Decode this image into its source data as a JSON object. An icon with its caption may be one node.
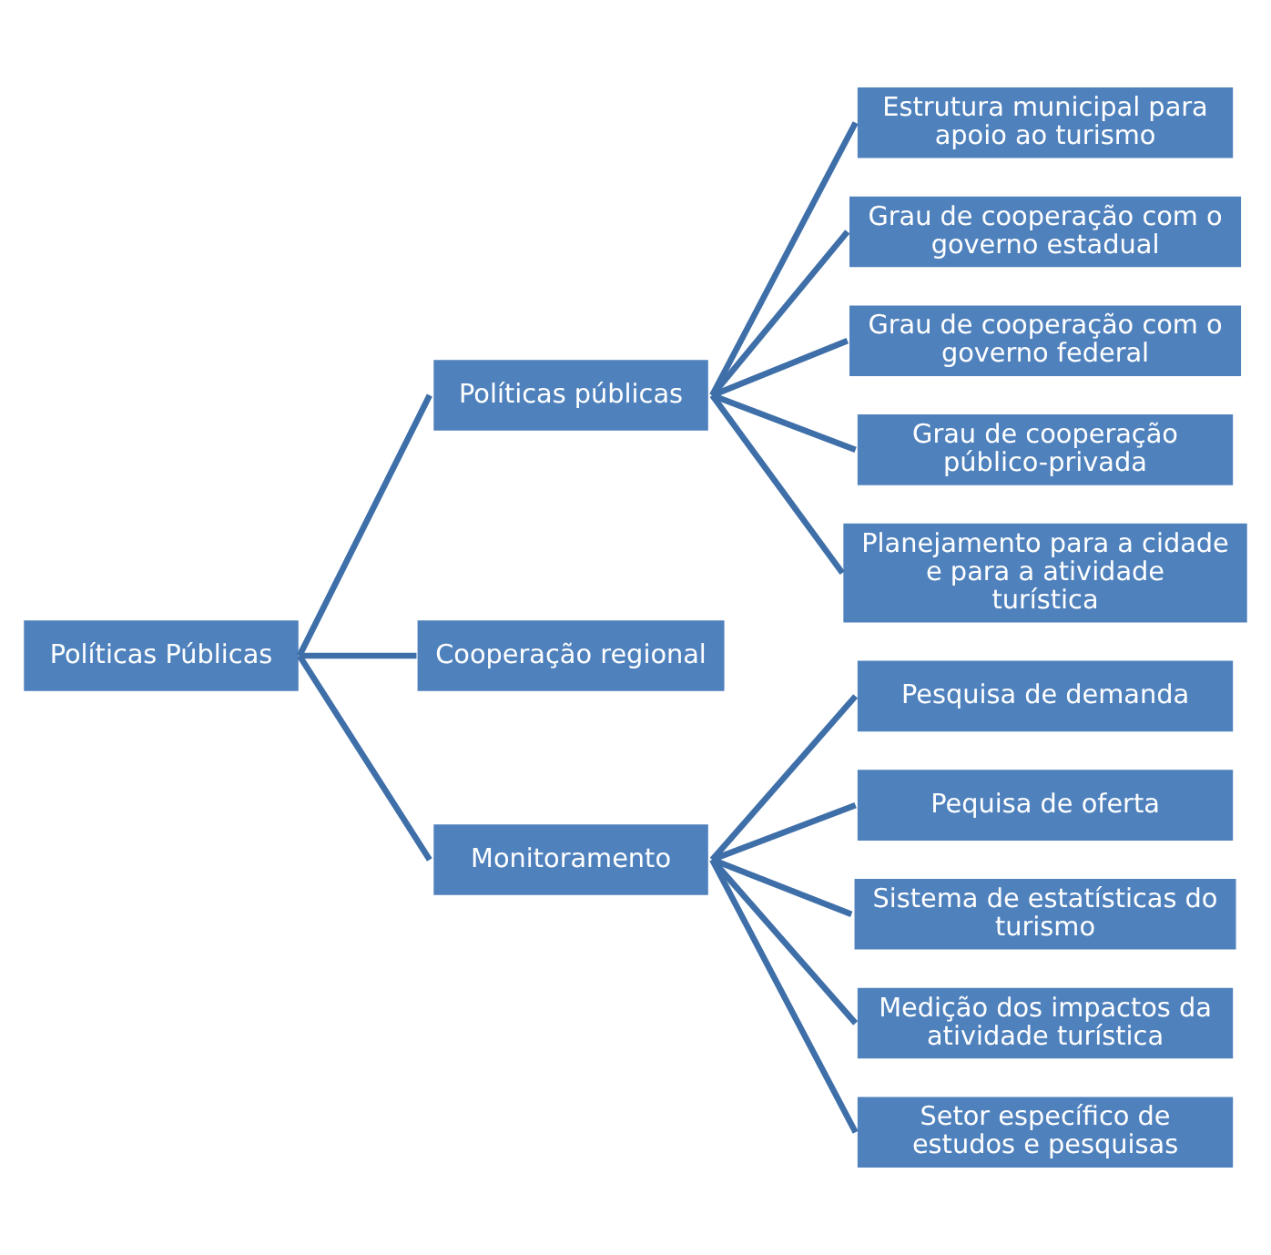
{
  "diagram": {
    "nodes": [
      {
        "text": [
          "Políticas Públicas"
        ]
      },
      {
        "text": [
          "Políticas públicas"
        ]
      },
      {
        "text": [
          "Cooperação regional"
        ]
      },
      {
        "text": [
          "Monitoramento"
        ]
      },
      {
        "text": [
          "Estrutura municipal para apoio ao turismo"
        ]
      },
      {
        "text": [
          "Grau de cooperação com o governo estadual"
        ]
      },
      {
        "text": [
          "Grau de cooperação com o governo federal"
        ]
      },
      {
        "text": [
          "Grau de cooperação público-privada"
        ]
      },
      {
        "text": [
          "Planejamento para a cidade e para a atividade turística"
        ]
      },
      {
        "text": [
          "Pesquisa de demanda"
        ]
      },
      {
        "text": [
          "Pequisa de oferta"
        ]
      },
      {
        "text": [
          "Sistema de estatísticas do turismo"
        ]
      },
      {
        "text": [
          "Medição dos impactos da atividade turística"
        ]
      },
      {
        "text": [
          "Setor específico de estudos e pesquisas"
        ]
      }
    ],
    "edges": [
      {
        "from": 0,
        "to": 1,
        "arrow": "none"
      },
      {
        "from": 0,
        "to": 2,
        "arrow": "none"
      },
      {
        "from": 0,
        "to": 3,
        "arrow": "none"
      },
      {
        "from": 1,
        "to": 4,
        "arrow": "none"
      },
      {
        "from": 1,
        "to": 5,
        "arrow": "none"
      },
      {
        "from": 1,
        "to": 6,
        "arrow": "none"
      },
      {
        "from": 1,
        "to": 7,
        "arrow": "none"
      },
      {
        "from": 1,
        "to": 8,
        "arrow": "none"
      },
      {
        "from": 3,
        "to": 9,
        "arrow": "none"
      },
      {
        "from": 3,
        "to": 10,
        "arrow": "none"
      },
      {
        "from": 3,
        "to": 11,
        "arrow": "none"
      },
      {
        "from": 3,
        "to": 12,
        "arrow": "none"
      },
      {
        "from": 3,
        "to": 13,
        "arrow": "none"
      }
    ]
  }
}
